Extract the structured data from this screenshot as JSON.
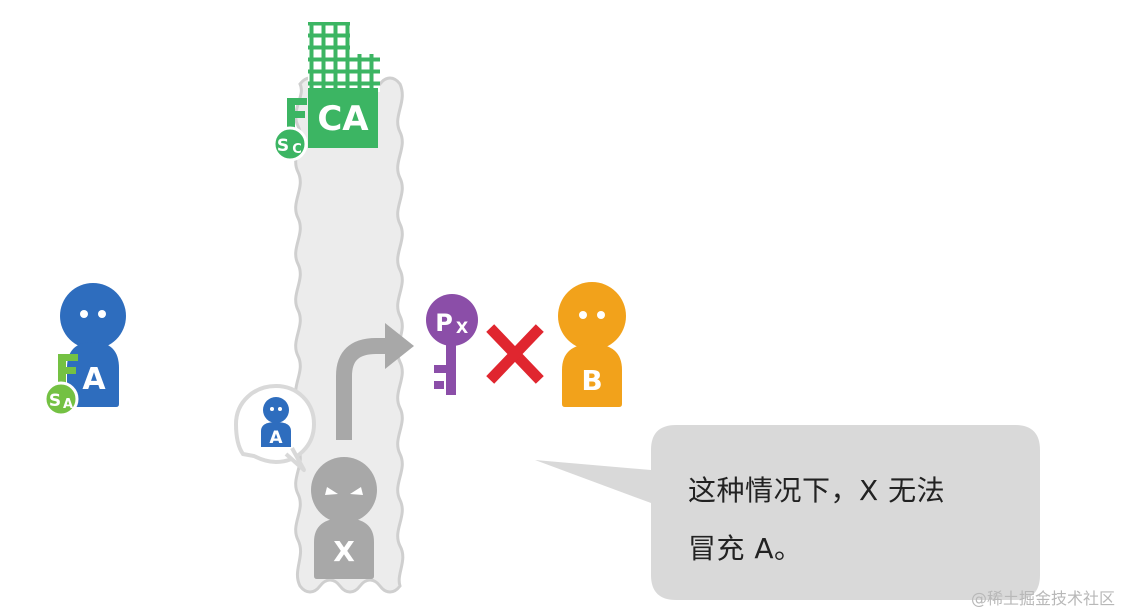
{
  "ca": {
    "label": "CA",
    "key_label_main": "S",
    "key_label_sub": "C",
    "color": "#3cb563"
  },
  "person_a": {
    "label": "A",
    "key_label_main": "S",
    "key_label_sub": "A",
    "color": "#2e6dbe",
    "key_color": "#74c143"
  },
  "thought_a": {
    "label": "A",
    "color": "#2e6dbe"
  },
  "attacker_x": {
    "label": "X",
    "color": "#a8a8a8"
  },
  "key_x": {
    "label_main": "P",
    "label_sub": "X",
    "color": "#8b4ea8"
  },
  "person_b": {
    "label": "B",
    "color": "#f2a21b"
  },
  "cross": {
    "color": "#e0262f"
  },
  "callout": {
    "line1": "这种情况下，X 无法",
    "line2": "冒充 A。"
  },
  "watermark": "@稀土掘金技术社区"
}
